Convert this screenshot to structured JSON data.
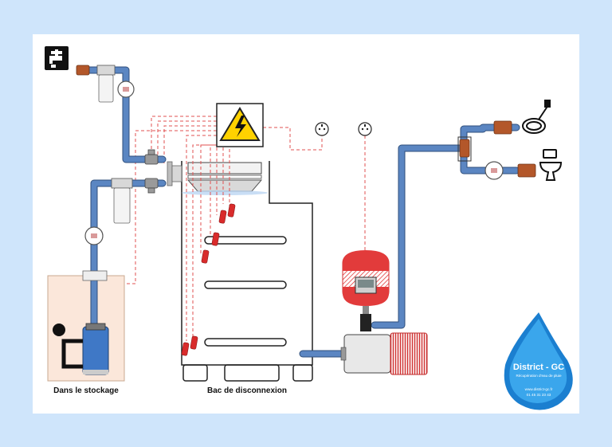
{
  "labels": {
    "storage": "Dans le stockage",
    "tank": "Bac de disconnexion"
  },
  "logo": {
    "name": "District - GC",
    "tagline": "Récupération d'eau de pluie",
    "website": "www.district-gc.fr",
    "phone": "01 45 31 23 43"
  },
  "colors": {
    "background": "#cfe5fb",
    "panel": "#ffffff",
    "pipe": "#5b86c2",
    "electric": "#e23b3b",
    "storage_zone": "#fbe7da",
    "valve": "#b3572a",
    "logo": "#2f9de6"
  },
  "icons": [
    "faucet-icon",
    "electrical-panel-icon",
    "power-outlet-icon",
    "garden-hose-icon",
    "toilet-icon",
    "pump-icon",
    "water-drop-logo-icon"
  ]
}
